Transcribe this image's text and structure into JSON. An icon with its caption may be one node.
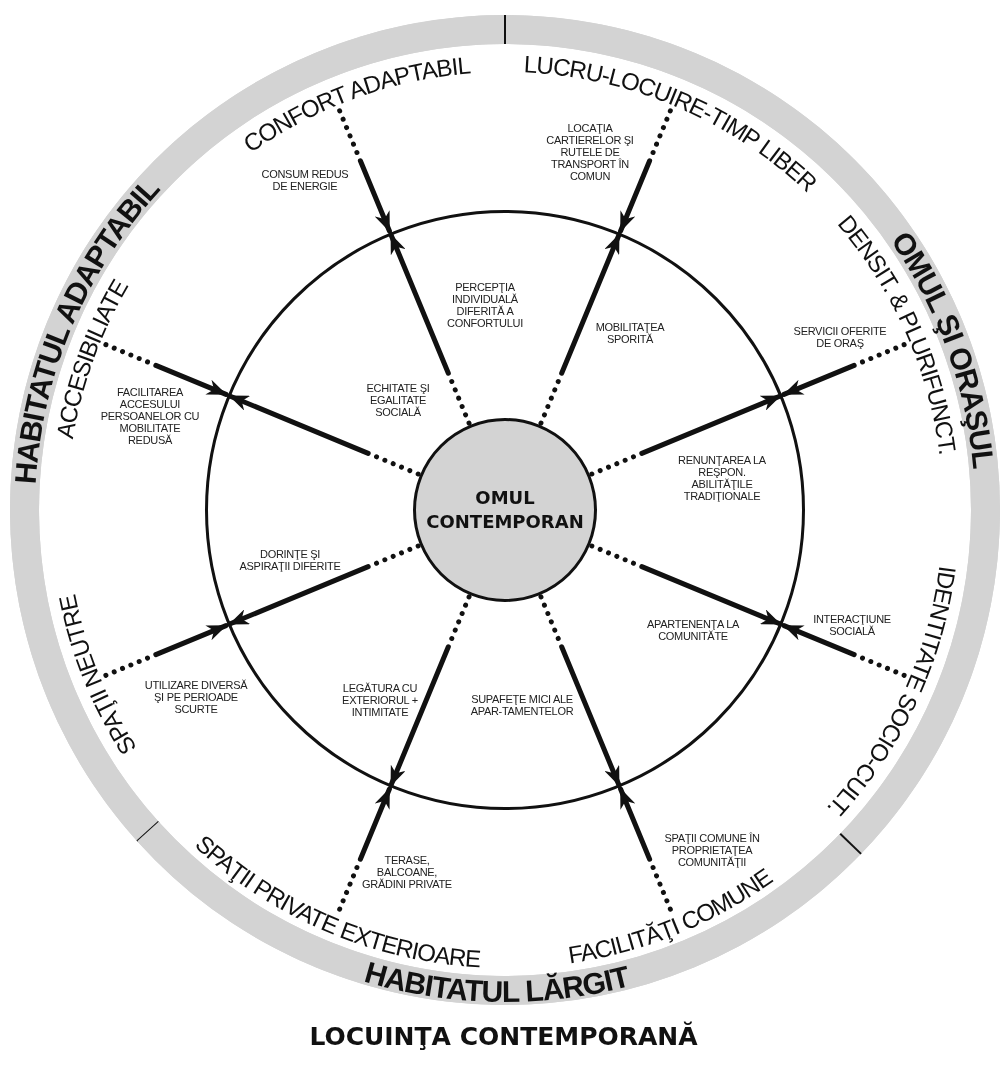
{
  "diagram": {
    "title": "LOCUINŢA CONTEMPORANĂ",
    "nodes": [
      {
        "text": [
          "HABITATUL ADAPTABIL"
        ]
      },
      {
        "text": [
          "OMUL ŞI ORAŞUL"
        ]
      },
      {
        "text": [
          "HABITATUL LĂRGIT"
        ]
      },
      {
        "text": [
          "CONFORT ADAPTABIL"
        ]
      },
      {
        "text": [
          "LUCRU-LOCUIRE-TIMP LIBER"
        ]
      },
      {
        "text": [
          "DENSIT. & PLURIFUNCT."
        ]
      },
      {
        "text": [
          "IDENTITATE SOCIO-CULT."
        ]
      },
      {
        "text": [
          "FACILITĂŢI COMUNE"
        ]
      },
      {
        "text": [
          "SPAŢII PRIVATE EXTERIOARE"
        ]
      },
      {
        "text": [
          "SPAŢII NEUTRE"
        ]
      },
      {
        "text": [
          "ACCESIBILIATE"
        ]
      },
      {
        "text": [],
        "shape": "circle"
      },
      {
        "text": [
          "OMUL CONTEMPORAN"
        ],
        "in": 11
      }
    ],
    "edges": [
      {
        "from": 3,
        "to": 11,
        "arrow": "to",
        "label": "CONSUM REDUS DE ENERGIE"
      },
      {
        "from": 12,
        "to": 11,
        "arrow": "to",
        "label": "PERCEPŢIA INDIVIDUALĂ DIFERITĂ A CONFORTULUI"
      },
      {
        "from": 4,
        "to": 11,
        "arrow": "to",
        "label": "LOCAŢIA CARTIERELOR ŞI RUTELE DE TRANSPORT ÎN COMUN"
      },
      {
        "from": 12,
        "to": 11,
        "arrow": "to",
        "label": "MOBILITAŢEA SPORITĂ"
      },
      {
        "from": 5,
        "to": 11,
        "arrow": "to",
        "label": "SERVICII OFERITE DE ORAŞ"
      },
      {
        "from": 12,
        "to": 11,
        "arrow": "to",
        "label": "RENUNŢAREA LA REŞPON. ABILITĂŢILE TRADIŢIONALE"
      },
      {
        "from": 6,
        "to": 11,
        "arrow": "to",
        "label": "INTERACŢIUNE SOCIALĂ"
      },
      {
        "from": 12,
        "to": 11,
        "arrow": "to",
        "label": "APARTENENŢA LA COMUNITĂTE"
      },
      {
        "from": 7,
        "to": 11,
        "arrow": "to",
        "label": "SPAŢII COMUNE ÎN PROPRIETAŢEA COMUNITĂŢII"
      },
      {
        "from": 12,
        "to": 11,
        "arrow": "to",
        "label": "SUPAFEŢE MICI ALE APAR-TAMENTELOR"
      },
      {
        "from": 8,
        "to": 11,
        "arrow": "to",
        "label": "TERASE, BALCOANE, GRĂDINI PRIVATE"
      },
      {
        "from": 12,
        "to": 11,
        "arrow": "to",
        "label": "LEGĂTURA CU EXTERIORUL + INTIMITATE"
      },
      {
        "from": 9,
        "to": 11,
        "arrow": "to",
        "label": "UTILIZARE DIVERSĂ ŞI PE PERIOADE SCURTE"
      },
      {
        "from": 12,
        "to": 11,
        "arrow": "to",
        "label": "DORINŢE ŞI ASPIRAŢII DIFERITE"
      },
      {
        "from": 10,
        "to": 11,
        "arrow": "to",
        "label": "FACILITAREA ACCESULUI PERSOANELOR CU MOBILITATE REDUSĂ"
      },
      {
        "from": 12,
        "to": 11,
        "arrow": "to",
        "label": "ECHITATE ŞI EGALITATE SOCIALĂ"
      }
    ]
  }
}
